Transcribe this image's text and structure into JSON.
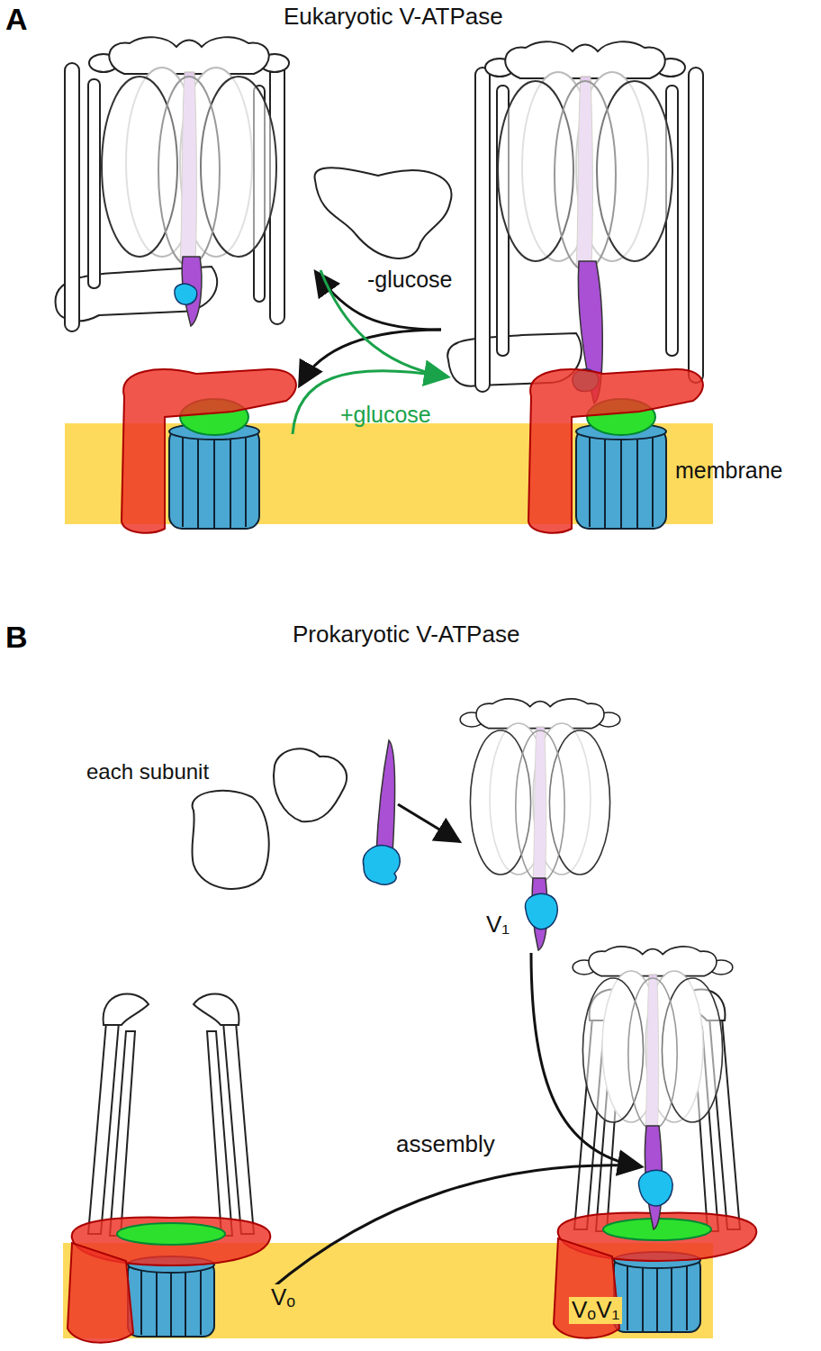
{
  "diagram": {
    "labels": [
      "A",
      "Eukaryotic V-ATPase",
      "-glucose",
      "+glucose",
      "membrane",
      "B",
      "Prokaryotic V-ATPase",
      "each subunit",
      "V₁",
      "assembly",
      "Vₒ",
      "VₒV₁"
    ]
  }
}
